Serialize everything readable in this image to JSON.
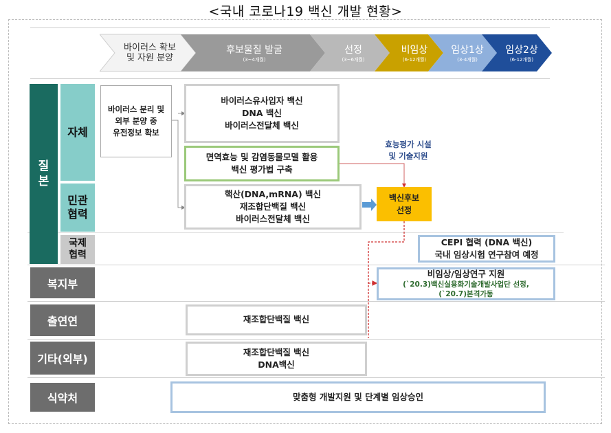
{
  "title": "<국내 코로나19 백신 개발 현황>",
  "stages": [
    {
      "label": "바이러스 확보\n및 자원 분양",
      "sub": ""
    },
    {
      "label": "후보물질 발굴",
      "sub": "(3~4개월)"
    },
    {
      "label": "선정",
      "sub": "(3~6개월)"
    },
    {
      "label": "비임상",
      "sub": "(6-12개월)"
    },
    {
      "label": "임상1상",
      "sub": "(3-4개월)"
    },
    {
      "label": "임상2상",
      "sub": "(6-12개월)"
    }
  ],
  "colors": {
    "stage1": "#f3f3f3",
    "stage2": "#9a9a9a",
    "stage3": "#b9b9b9",
    "stage4": "#c9a100",
    "stage5": "#8fb0dc",
    "stage6": "#1f4e9a"
  },
  "rows": {
    "kdca": "질\n본",
    "self": "자체",
    "public_private": "민관\n협력",
    "international": "국제\n협력",
    "mohw": "복지부",
    "msit": "출연연",
    "other": "기타(외부)",
    "mfds": "식약처"
  },
  "boxes": {
    "isolation": "바이러스 분리 및\n외부 분양 중\n유전정보 확보",
    "self_candidates": "바이러스유사입자 백신\nDNA 백신\n바이러스전달체 백신",
    "evaluation": "면역효능 및 감염동물모델 활용\n백신 평가법 구축",
    "partnership": "핵산(DNA,mRNA) 백신\n재조합단백질 백신\n바이러스전달체 백신",
    "selection": "백신후보\n선정",
    "cepi": "CEPI 협력 (DNA 백신)\n국내 임상시험 연구참여 예정",
    "mohw_support": "비임상/임상연구 지원",
    "mohw_detail": "(`20.3)백신실용화기술개발사업단 선정,\n(`20.7)본격가동",
    "msit_box": "재조합단백질 백신",
    "other_box": "재조합단백질 백신\nDNA백신",
    "mfds_box": "맞춤형 개발지원 및 단계별 임상승인"
  },
  "annotation": "효능평가 시설\n및 기술지원"
}
